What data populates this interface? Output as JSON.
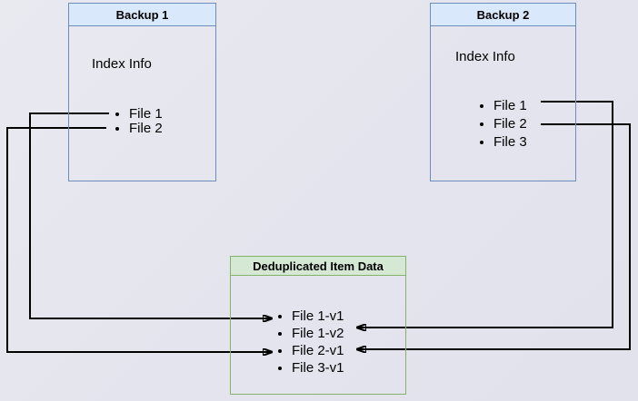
{
  "diagram": {
    "backup1": {
      "title": "Backup 1",
      "label": "Index Info",
      "files": [
        "File 1",
        "File 2"
      ]
    },
    "backup2": {
      "title": "Backup 2",
      "label": "Index Info",
      "files": [
        "File 1",
        "File 2",
        "File 3"
      ]
    },
    "dedup": {
      "title": "Deduplicated Item Data",
      "items": [
        "File 1-v1",
        "File 1-v2",
        "File 2-v1",
        "File 3-v1"
      ]
    },
    "connections": [
      {
        "from": "Backup 1 / File 1",
        "to": "File 1-v1",
        "direction": "left-side"
      },
      {
        "from": "Backup 1 / File 2",
        "to": "File 2-v1",
        "direction": "left-side"
      },
      {
        "from": "Backup 2 / File 1",
        "to": "File 1-v2",
        "direction": "right-side"
      },
      {
        "from": "Backup 2 / File 2",
        "to": "File 2-v1",
        "direction": "right-side"
      }
    ],
    "colors": {
      "background": "#e5e5ee",
      "blue_border": "#6c8ebf",
      "blue_fill": "#dae8fc",
      "green_border": "#82b366",
      "green_fill": "#d5e8d4",
      "connector": "#000000"
    }
  }
}
